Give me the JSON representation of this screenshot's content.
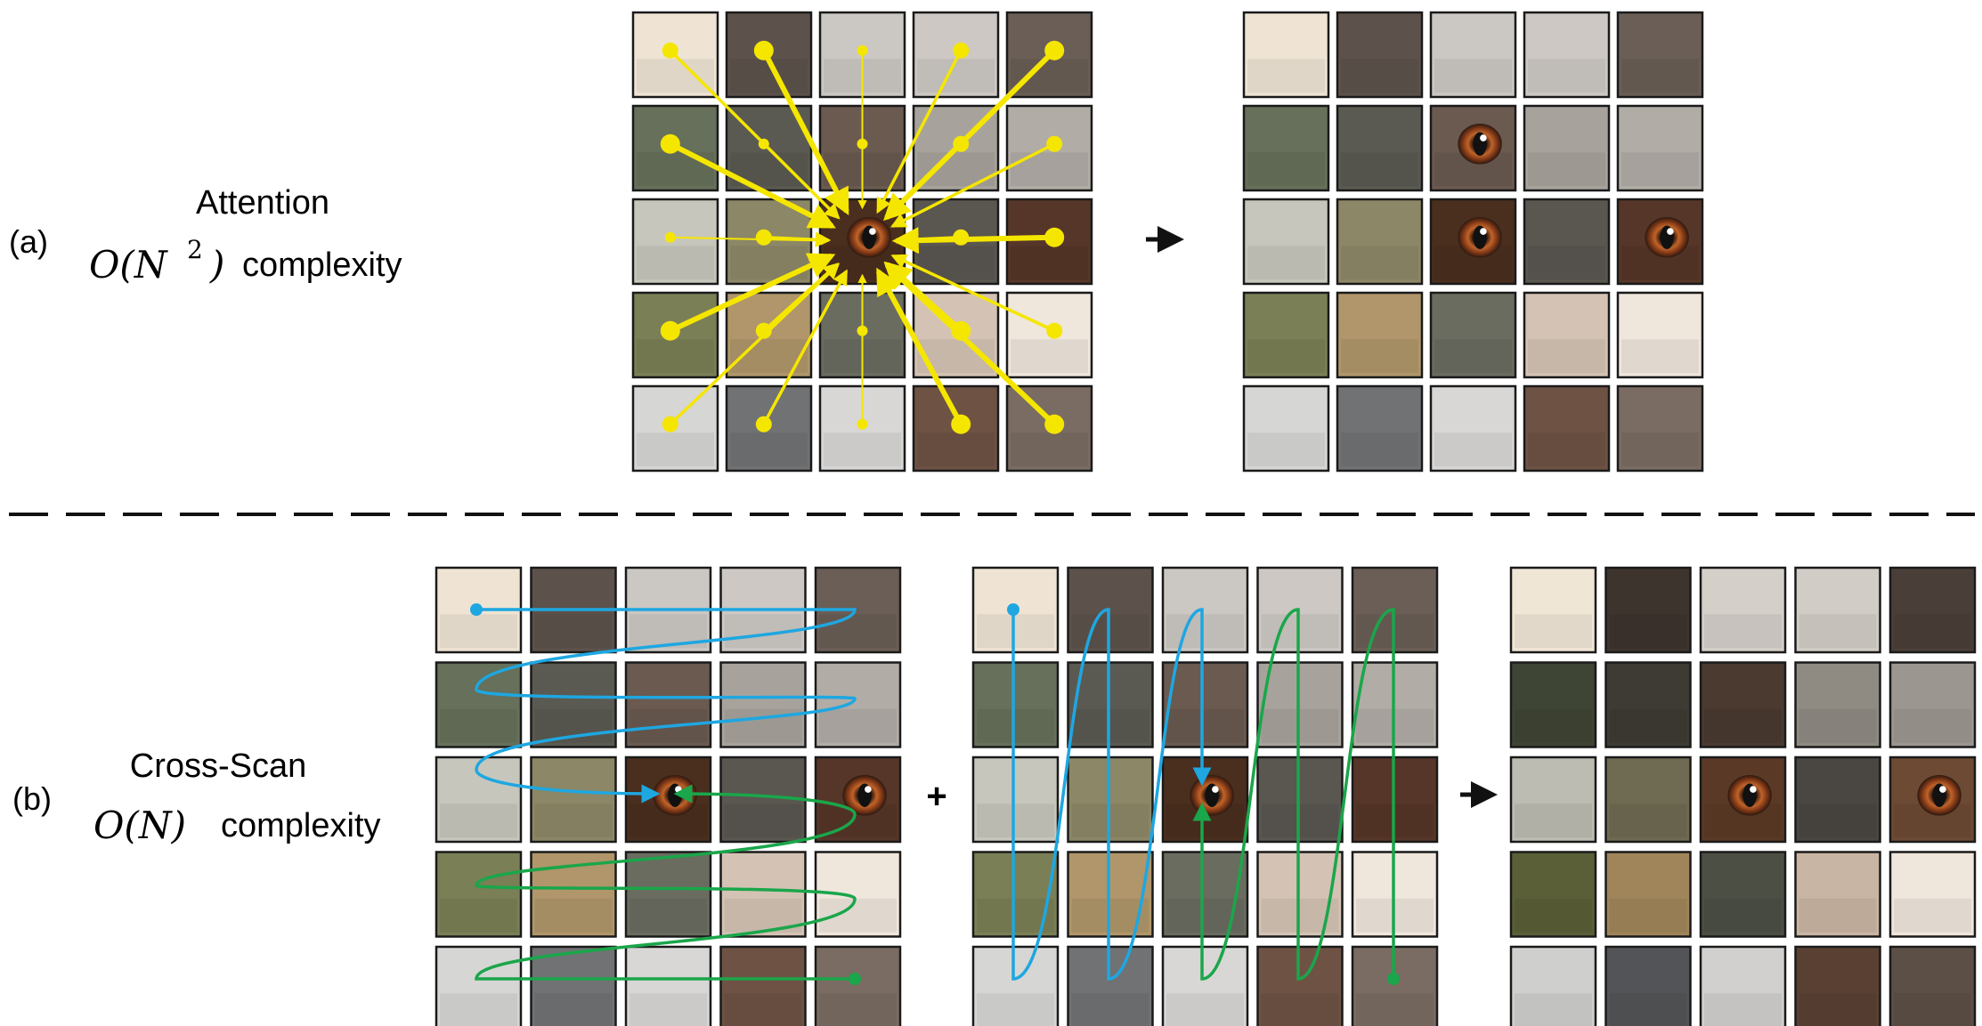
{
  "panel_a": {
    "tag": "(a)",
    "title": "Attention",
    "complexity_math": "O(N",
    "complexity_exp": "2",
    "complexity_close": ")",
    "complexity_word": "complexity"
  },
  "panel_b": {
    "tag": "(b)",
    "title": "Cross-Scan",
    "complexity_math": "O(N)",
    "complexity_word": "complexity",
    "plus": "+"
  },
  "colors": {
    "attention": "#f5e600",
    "scan_blue": "#1ea7e1",
    "scan_green": "#1aa64a",
    "tile_border": "#1a1a1a",
    "divider": "#111111"
  },
  "grid": {
    "rows": 5,
    "cols": 5
  },
  "icons": [
    "arrow-right-icon"
  ]
}
